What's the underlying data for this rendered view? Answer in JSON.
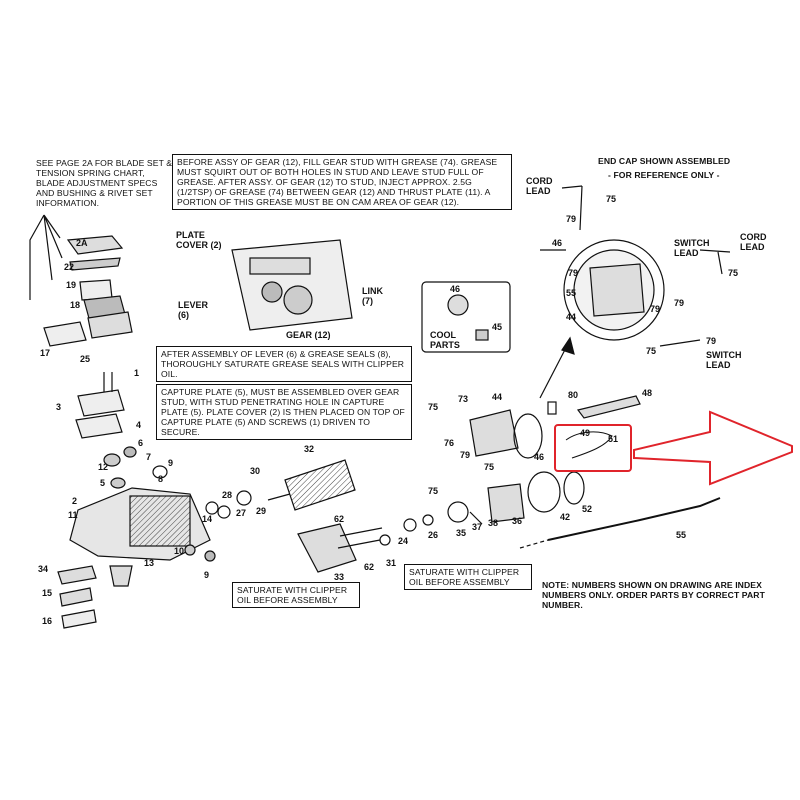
{
  "notes": {
    "see_page": "SEE PAGE 2A FOR BLADE SET & TENSION SPRING CHART, BLADE ADJUSTMENT SPECS AND BUSHING & RIVET SET INFORMATION.",
    "gear_grease": "BEFORE ASSY OF GEAR (12), FILL GEAR STUD WITH GREASE (74). GREASE MUST SQUIRT OUT OF BOTH HOLES IN STUD AND LEAVE STUD FULL OF GREASE. AFTER ASSY. OF GEAR (12) TO STUD, INJECT APPROX. 2.5g (1/2tsp) OF GREASE (74) BETWEEN GEAR (12) AND THRUST PLATE (11). A PORTION OF THIS GREASE MUST BE ON CAM AREA OF GEAR (12).",
    "lever_assembly": "AFTER ASSEMBLY OF LEVER (6) & GREASE SEALS (8), THOROUGHLY SATURATE GREASE SEALS WITH CLIPPER OIL.",
    "capture_plate": "CAPTURE PLATE (5), MUST BE ASSEMBLED OVER GEAR STUD, WITH STUD PENETRATING HOLE IN CAPTURE PLATE (5). PLATE COVER (2) IS THEN PLACED ON TOP OF CAPTURE PLATE (5) AND SCREWS (1) DRIVEN TO SECURE.",
    "saturate_left": "SATURATE WITH CLIPPER OIL BEFORE ASSEMBLY",
    "saturate_right": "SATURATE WITH CLIPPER OIL BEFORE ASSEMBLY",
    "index_note": "NOTE: NUMBERS SHOWN ON DRAWING ARE INDEX NUMBERS ONLY. ORDER PARTS BY CORRECT PART NUMBER.",
    "end_cap_title": "END CAP SHOWN ASSEMBLED",
    "end_cap_sub": "- FOR REFERENCE ONLY -"
  },
  "labels": {
    "plate_cover": "PLATE COVER (2)",
    "link": "LINK (7)",
    "lever": "LEVER (6)",
    "gear": "GEAR (12)",
    "cool_parts": "COOL PARTS",
    "cord_lead_top": "CORD LEAD",
    "switch_lead_top": "SWITCH LEAD",
    "cord_lead_right": "CORD LEAD",
    "switch_lead_bottom": "SWITCH LEAD"
  },
  "index_numbers": {
    "n2a": "2A",
    "n22": "22",
    "n19": "19",
    "n18": "18",
    "n17": "17",
    "n25": "25",
    "n1": "1",
    "n3": "3",
    "n4": "4",
    "n6": "6",
    "n7": "7",
    "n9": "9",
    "n12": "12",
    "n5": "5",
    "n8": "8",
    "n11": "11",
    "n14": "14",
    "n2": "2",
    "n13": "13",
    "n10": "10",
    "n9b": "9",
    "n34": "34",
    "n15": "15",
    "n16": "16",
    "n30": "30",
    "n29": "29",
    "n28": "28",
    "n27": "27",
    "n32": "32",
    "n62": "62",
    "n33": "33",
    "n62b": "62",
    "n31": "31",
    "n24": "24",
    "n26": "26",
    "n75a": "75",
    "n73": "73",
    "n44": "44",
    "n76": "76",
    "n79": "79",
    "n75b": "75",
    "n75c": "75",
    "n35": "35",
    "n37": "37",
    "n38": "38",
    "n36": "36",
    "n46": "46",
    "n80": "80",
    "n48": "48",
    "n49": "49",
    "n51": "51",
    "n42": "42",
    "n52": "52",
    "n55": "55",
    "n46b": "46",
    "n45": "45",
    "n75d": "75",
    "n79a": "79",
    "n46c": "46",
    "n79b": "79",
    "n55b": "55",
    "n44b": "44",
    "n79c": "79",
    "n79d": "79",
    "n75e": "75",
    "n75f": "75",
    "n79e": "79"
  },
  "colors": {
    "ink": "#111111",
    "highlight": "#e0242b"
  }
}
